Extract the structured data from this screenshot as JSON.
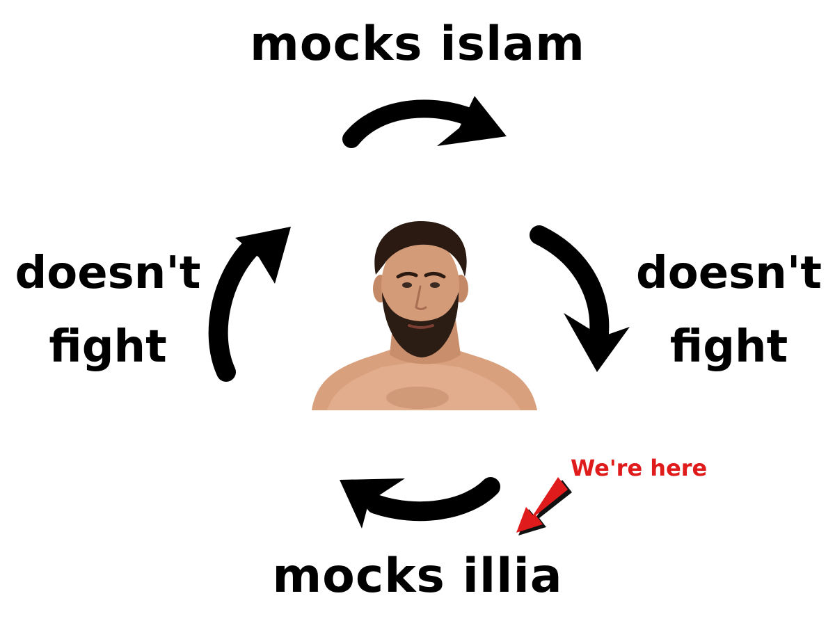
{
  "cycle": {
    "top_label": "mocks islam",
    "right_label_line1": "doesn't",
    "right_label_line2": "fight",
    "bottom_label": "mocks illia",
    "left_label_line1": "doesn't",
    "left_label_line2": "fight"
  },
  "annotation": {
    "label": "We're here",
    "color": "#e01b1b"
  },
  "icons": {
    "center": "fighter-portrait",
    "arrows": [
      "curved-arrow-icon"
    ],
    "pointer": "red-pointer-arrow-icon"
  }
}
